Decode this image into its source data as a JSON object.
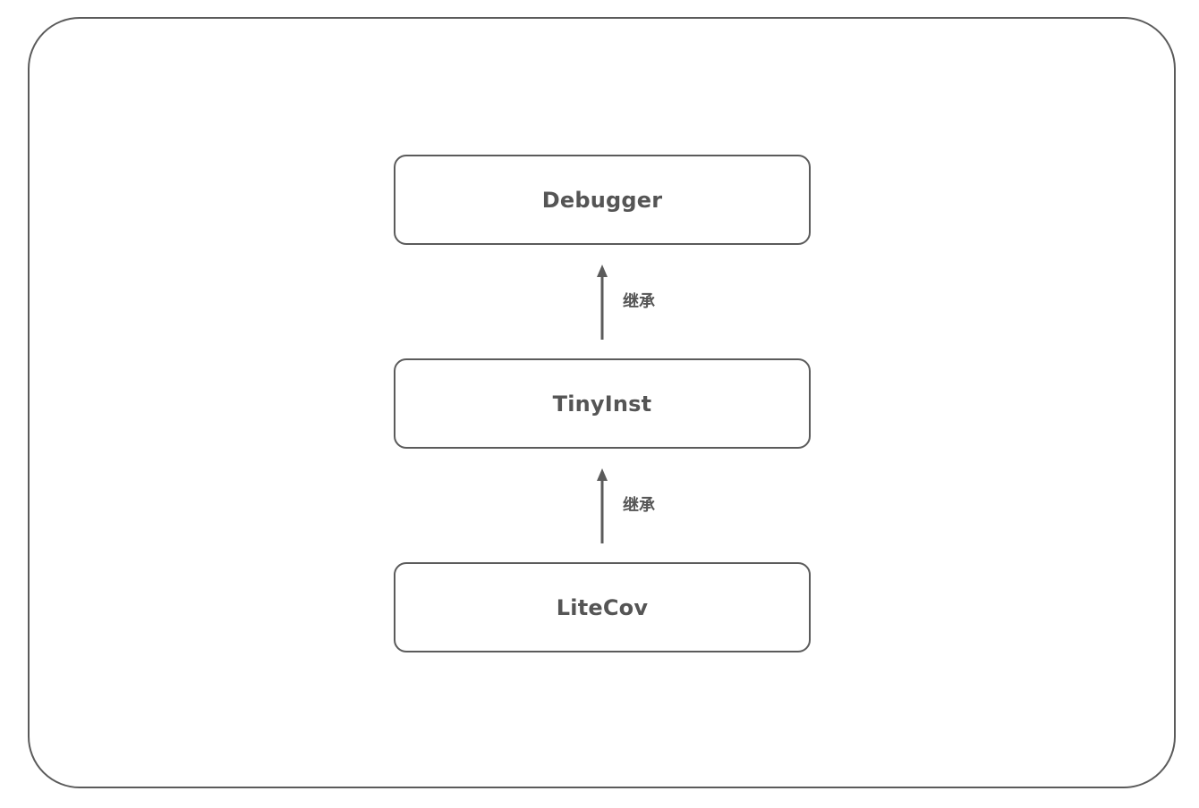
{
  "diagram": {
    "nodes": [
      {
        "id": "debugger",
        "label": "Debugger"
      },
      {
        "id": "tinyinst",
        "label": "TinyInst"
      },
      {
        "id": "litecov",
        "label": "LiteCov"
      }
    ],
    "edges": [
      {
        "from": "tinyinst",
        "to": "debugger",
        "label": "继承"
      },
      {
        "from": "litecov",
        "to": "tinyinst",
        "label": "继承"
      }
    ],
    "colors": {
      "stroke": "#5b5b5b",
      "text": "#555555",
      "background": "#ffffff"
    }
  }
}
